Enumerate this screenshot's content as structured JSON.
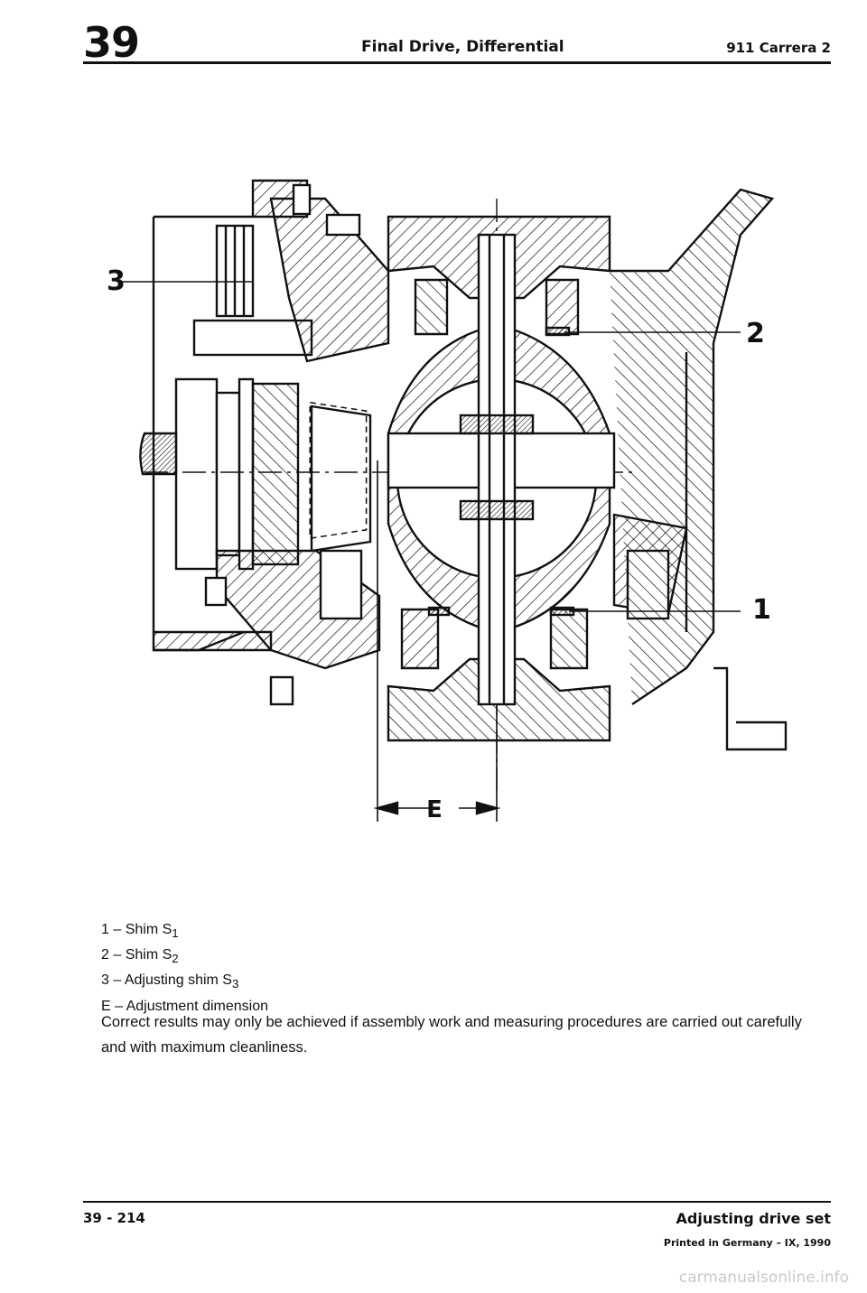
{
  "header": {
    "section_number": "39",
    "title": "Final Drive, Differential",
    "model": "911 Carrera 2"
  },
  "figure": {
    "callouts": [
      "1",
      "2",
      "3"
    ],
    "dimension_label": "E"
  },
  "legend": [
    {
      "key": "1",
      "sep": " – ",
      "text": "Shim S",
      "sub": "1"
    },
    {
      "key": "2",
      "sep": " – ",
      "text": "Shim S",
      "sub": "2"
    },
    {
      "key": "3",
      "sep": " – ",
      "text": "Adjusting shim S",
      "sub": "3"
    },
    {
      "key": "E",
      "sep": " – ",
      "text": "Adjustment dimension",
      "sub": ""
    }
  ],
  "note": "Correct results may only be achieved if assembly work and measuring procedures are carried out carefully and with maximum cleanliness.",
  "footer": {
    "page_number": "39 - 214",
    "section_title": "Adjusting drive set",
    "printed": "Printed in Germany – IX, 1990",
    "watermark": "carmanualsonline.info"
  }
}
